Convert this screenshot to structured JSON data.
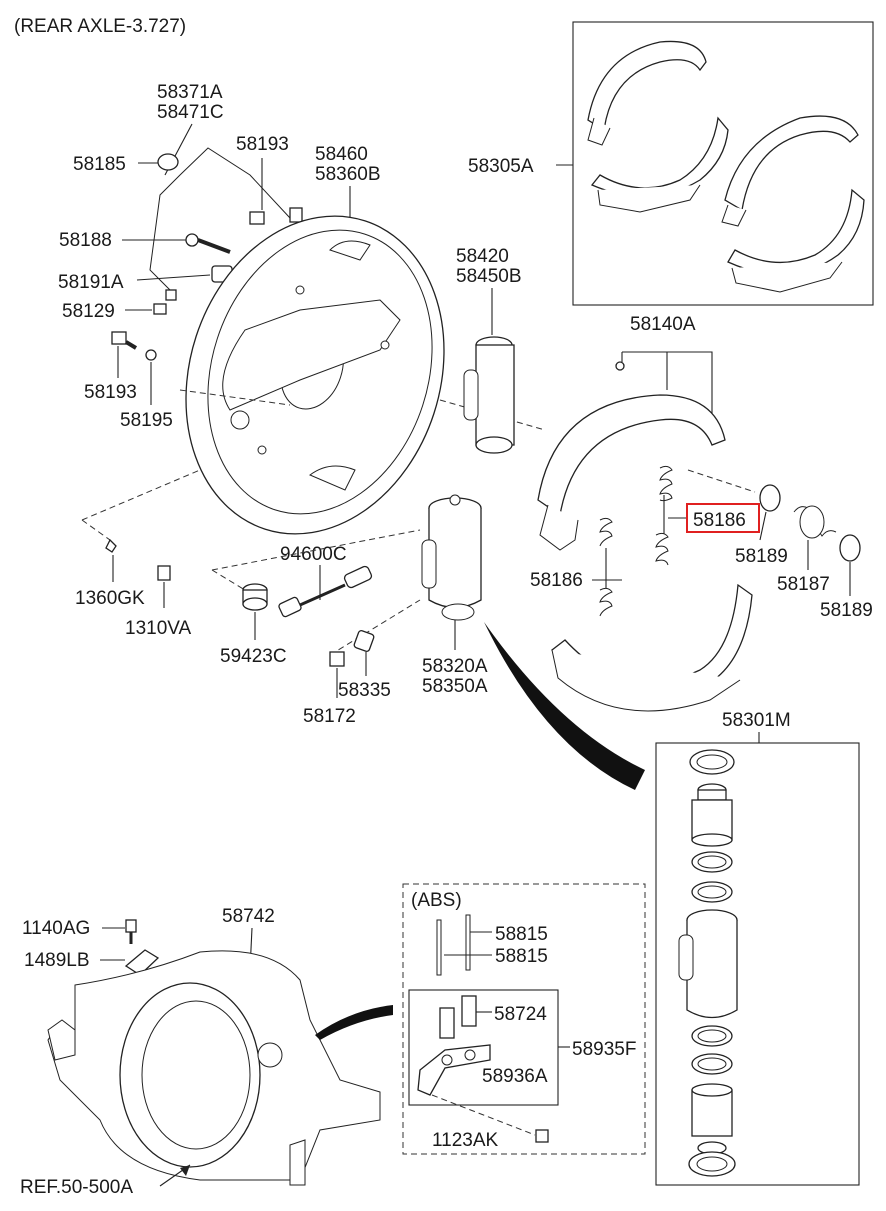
{
  "header": {
    "title": "(REAR AXLE-3.727)"
  },
  "labels": {
    "p58371A": "58371A",
    "p58471C": "58471C",
    "p58185": "58185",
    "p58193a": "58193",
    "p58460": "58460",
    "p58360B": "58360B",
    "p58188": "58188",
    "p58191A": "58191A",
    "p58129": "58129",
    "p58193b": "58193",
    "p58195": "58195",
    "p58305A": "58305A",
    "p58420": "58420",
    "p58450B": "58450B",
    "p58140A": "58140A",
    "p58186a": "58186",
    "p58189a": "58189",
    "p58187": "58187",
    "p58189b": "58189",
    "p58186b": "58186",
    "p1360GK": "1360GK",
    "p1310VA": "1310VA",
    "p94600C": "94600C",
    "p59423C": "59423C",
    "p58335": "58335",
    "p58172": "58172",
    "p58320A": "58320A",
    "p58350A": "58350A",
    "p58301M": "58301M",
    "p1140AG": "1140AG",
    "p1489LB": "1489LB",
    "p58742": "58742",
    "abs": "(ABS)",
    "p58815a": "58815",
    "p58815b": "58815",
    "p58724": "58724",
    "p58935F": "58935F",
    "p58936A": "58936A",
    "p1123AK": "1123AK",
    "ref": "REF.50-500A"
  },
  "highlight": {
    "part": "58186",
    "color": "#e02020"
  },
  "colors": {
    "line": "#222222",
    "background": "#ffffff"
  }
}
